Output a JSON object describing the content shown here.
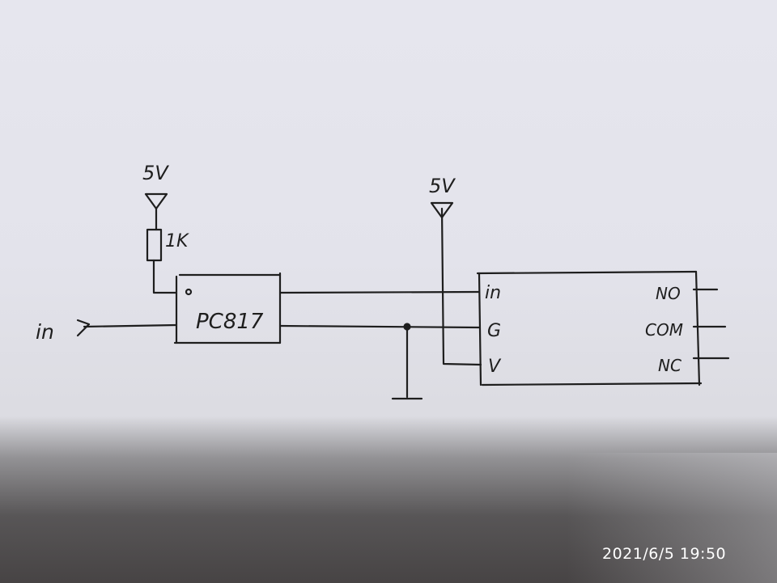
{
  "diagram": {
    "labels": {
      "input": "in",
      "supply_left": "5V",
      "resistor": "1K",
      "optocoupler": "PC817",
      "supply_right": "5V"
    },
    "relay_module": {
      "pins_left": [
        "in",
        "G",
        "V"
      ],
      "pins_right": [
        "NO",
        "COM",
        "NC"
      ]
    }
  },
  "photo": {
    "timestamp": "2021/6/5 19:50"
  }
}
